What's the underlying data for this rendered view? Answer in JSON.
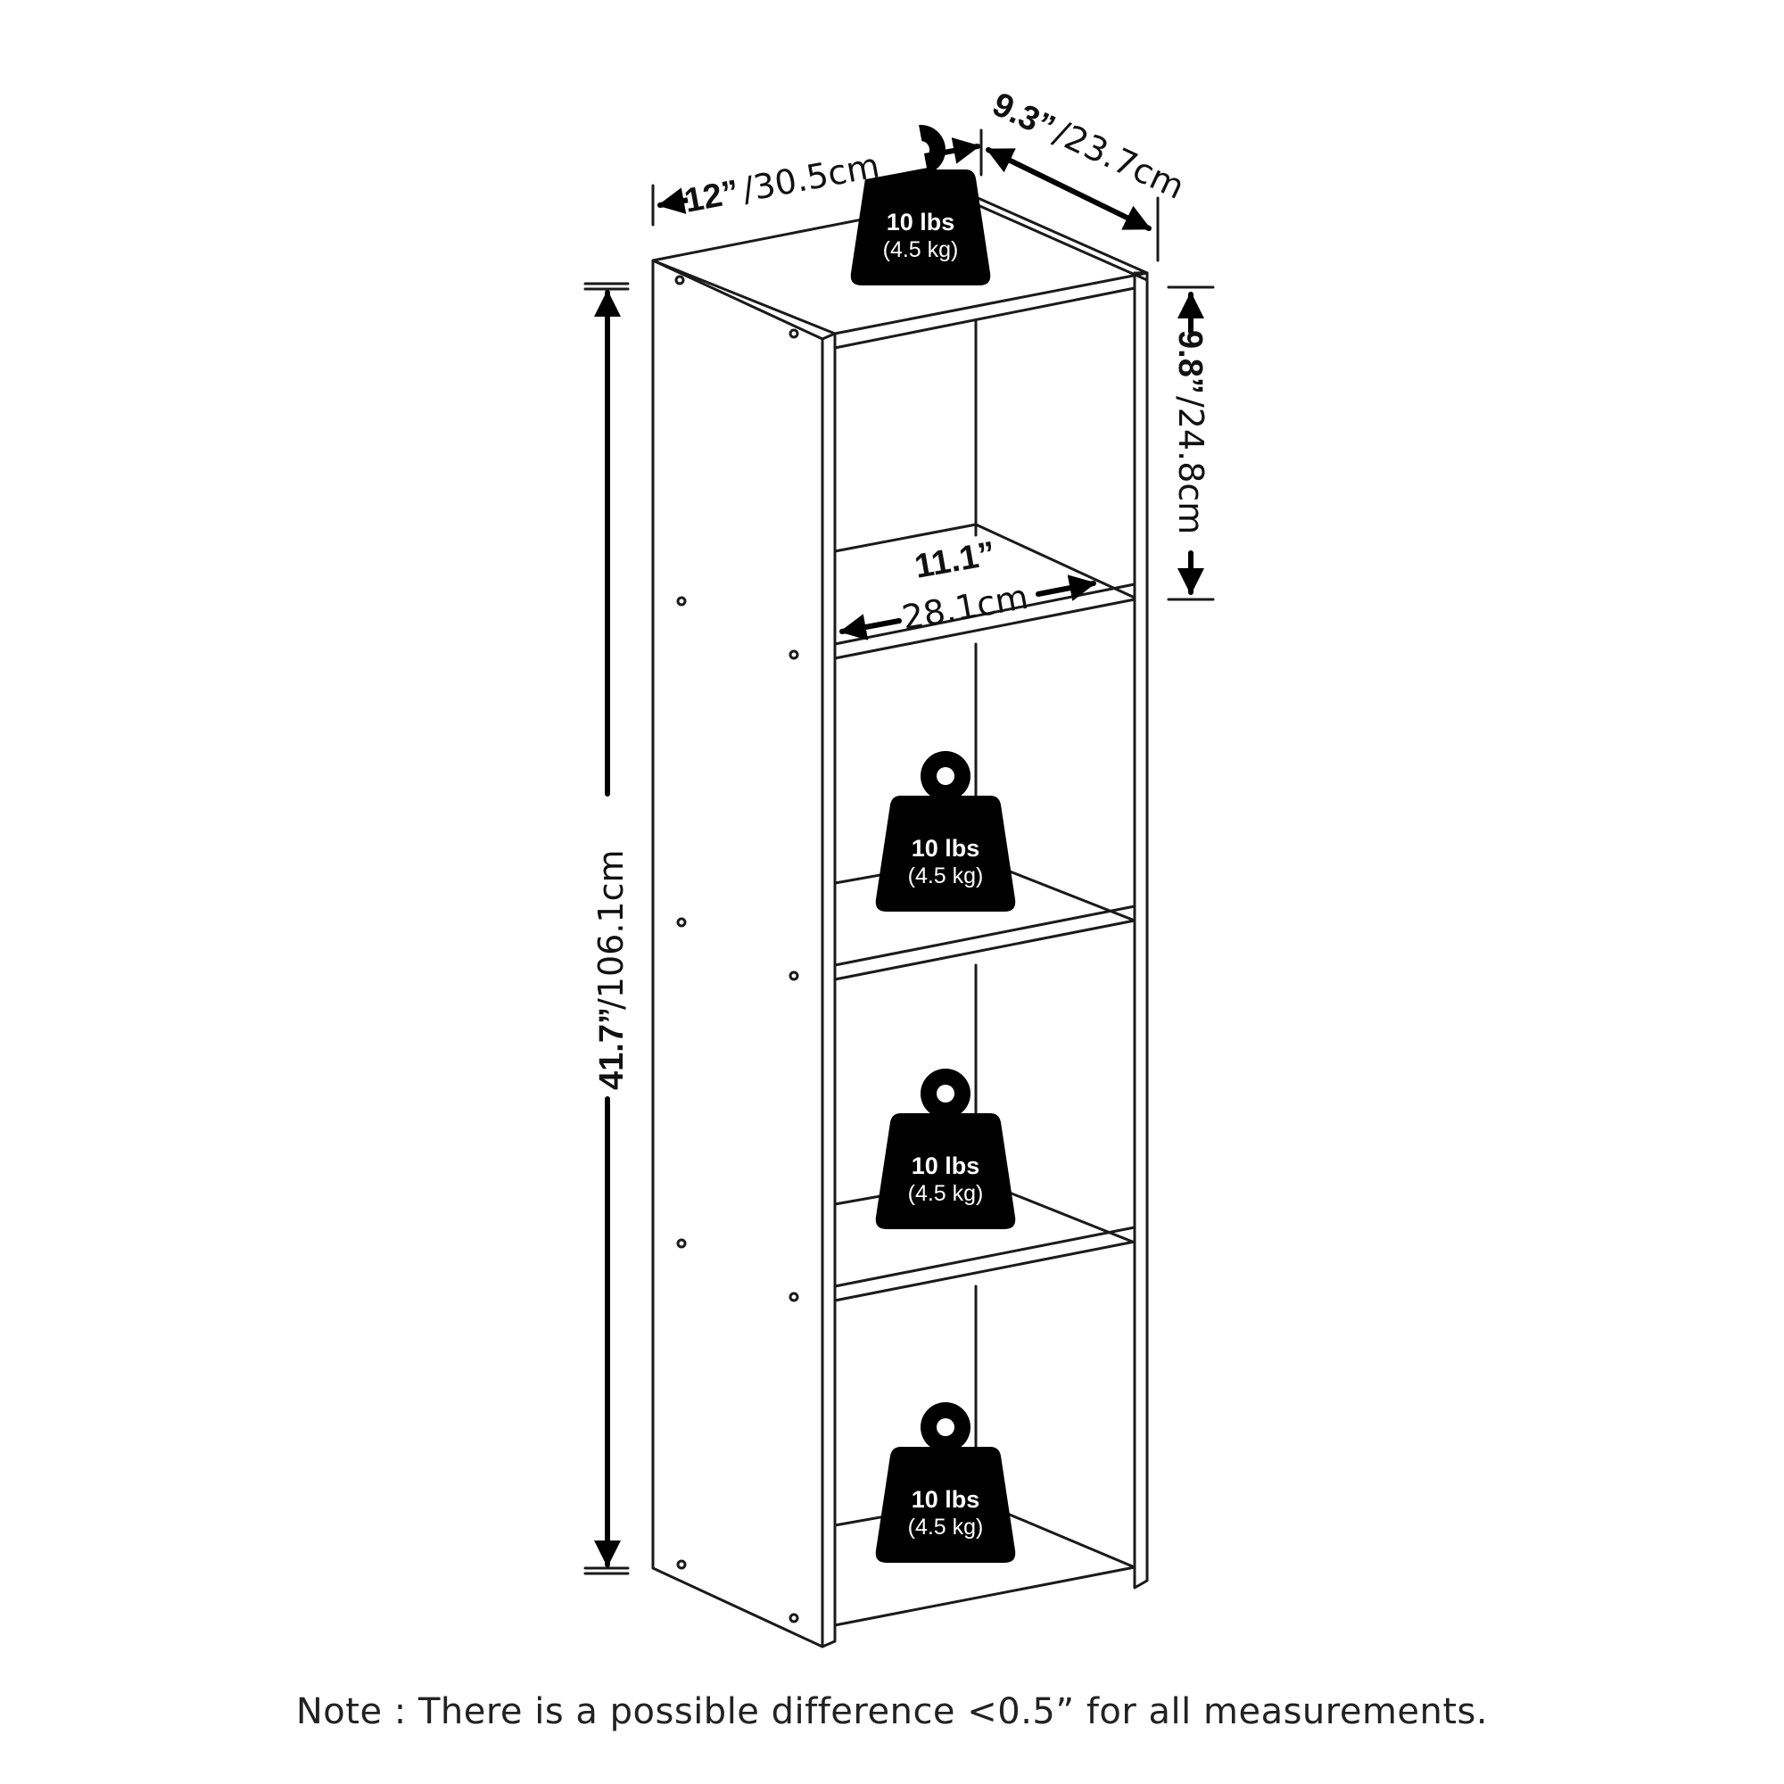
{
  "dimensions": {
    "width_in": "12”",
    "width_cm": "/30.5cm",
    "depth_in": "9.3”",
    "depth_cm": "/23.7cm",
    "shelf_height_in": "9.8”",
    "shelf_height_cm": "/24.8cm",
    "shelf_width_in": "11.1”",
    "shelf_width_cm": "28.1cm",
    "total_height_in": "41.7”",
    "total_height_cm": "/106.1cm"
  },
  "weights": [
    {
      "main": "10 lbs",
      "sub": "(4.5 kg)"
    },
    {
      "main": "10 lbs",
      "sub": "(4.5 kg)"
    },
    {
      "main": "10 lbs",
      "sub": "(4.5 kg)"
    },
    {
      "main": "10 lbs",
      "sub": "(4.5 kg)"
    }
  ],
  "note": "Note : There is a possible difference <0.5” for all measurements."
}
